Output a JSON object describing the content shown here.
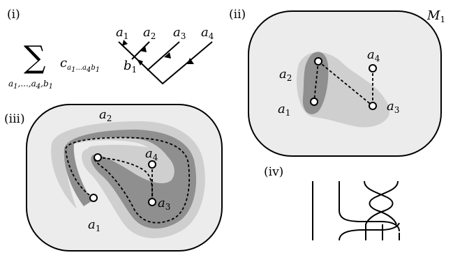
{
  "panel_labels": {
    "i": "(i)",
    "ii": "(ii)",
    "iii": "(iii)",
    "iv": "(iv)"
  },
  "tree": {
    "sum_symbol": "∑",
    "sum_subscript": {
      "a1": "a",
      "s1": "1",
      "sep1": ",...,",
      "a4": "a",
      "s4": "4",
      "sep2": ",",
      "b1": "b",
      "sb1": "1"
    },
    "coefficient": {
      "c": "c",
      "sub": "a",
      "s1": "1",
      "dots": "...",
      "a4": "a",
      "s4": "4",
      "b": "b",
      "sb": "1"
    },
    "legs": [
      {
        "name": "a",
        "index": "1"
      },
      {
        "name": "a",
        "index": "2"
      },
      {
        "name": "a",
        "index": "3"
      },
      {
        "name": "a",
        "index": "4"
      }
    ],
    "internal": {
      "name": "b",
      "index": "1"
    }
  },
  "panel_ii": {
    "surface": {
      "name": "M",
      "index": "1"
    },
    "points": [
      {
        "name": "a",
        "index": "1"
      },
      {
        "name": "a",
        "index": "2"
      },
      {
        "name": "a",
        "index": "3"
      },
      {
        "name": "a",
        "index": "4"
      }
    ]
  },
  "panel_iii": {
    "points": [
      {
        "name": "a",
        "index": "1"
      },
      {
        "name": "a",
        "index": "2"
      },
      {
        "name": "a",
        "index": "3"
      },
      {
        "name": "a",
        "index": "4"
      }
    ]
  },
  "colors": {
    "surface": "#ececec",
    "light_region": "#cfcfcf",
    "dark_region": "#8f8f8f",
    "stroke": "#000000"
  }
}
